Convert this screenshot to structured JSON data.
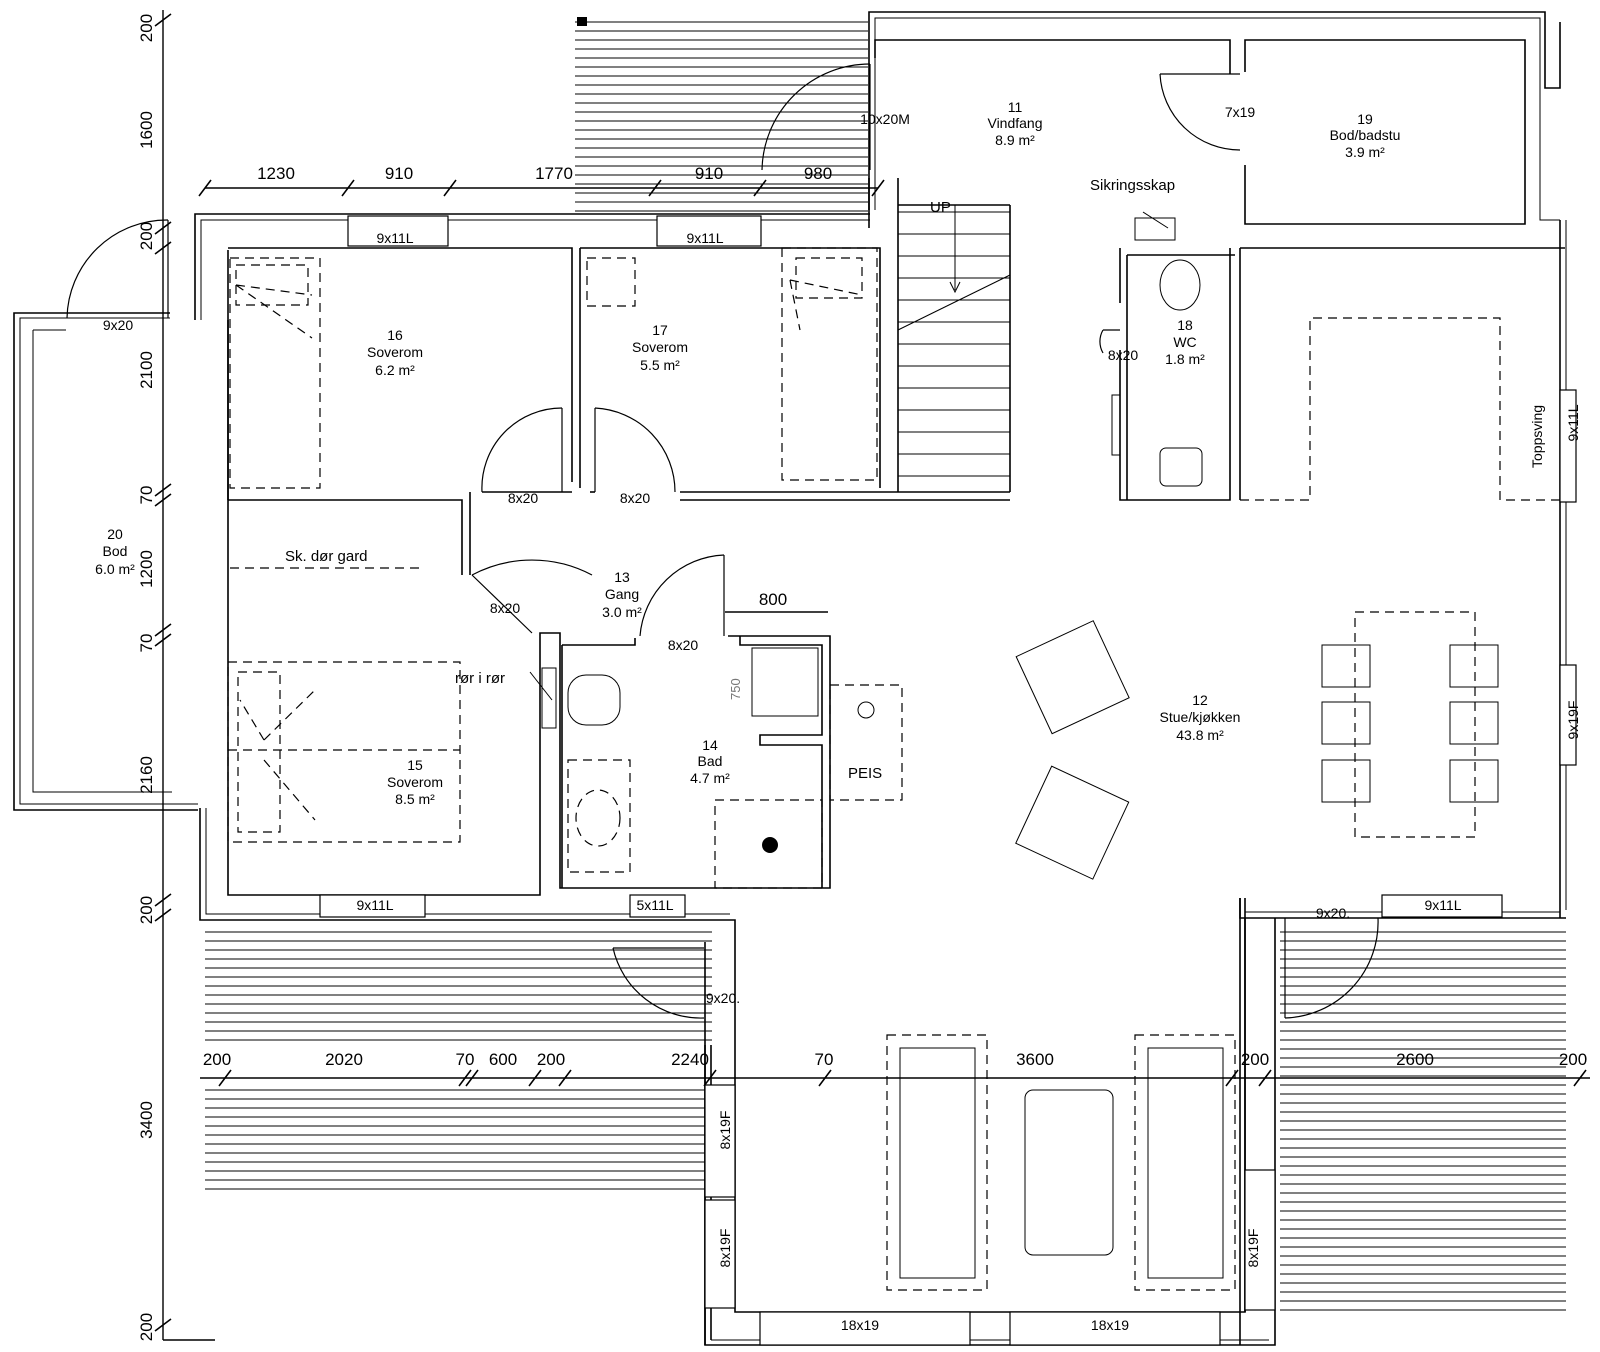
{
  "rooms": [
    {
      "key": "r11",
      "number": "11",
      "name": "Vindfang",
      "area": "8.9 m²"
    },
    {
      "key": "r12",
      "number": "12",
      "name": "Stue/kjøkken",
      "area": "43.8 m²"
    },
    {
      "key": "r13",
      "number": "13",
      "name": "Gang",
      "area": "3.0 m²"
    },
    {
      "key": "r14",
      "number": "14",
      "name": "Bad",
      "area": "4.7 m²"
    },
    {
      "key": "r15",
      "number": "15",
      "name": "Soverom",
      "area": "8.5 m²"
    },
    {
      "key": "r16",
      "number": "16",
      "name": "Soverom",
      "area": "6.2 m²"
    },
    {
      "key": "r17",
      "number": "17",
      "name": "Soverom",
      "area": "5.5 m²"
    },
    {
      "key": "r18",
      "number": "18",
      "name": "WC",
      "area": "1.8 m²"
    },
    {
      "key": "r19",
      "number": "19",
      "name": "Bod/badstu",
      "area": "3.9 m²"
    },
    {
      "key": "r20",
      "number": "20",
      "name": "Bod",
      "area": "6.0 m²"
    }
  ],
  "openings": {
    "w_16": "9x11L",
    "w_17": "9x11L",
    "w_15": "9x11L",
    "w_bath": "5x11L",
    "w_12_bottom": "9x11L",
    "w_right_top": "9x11L",
    "w_right_mid": "9x19F",
    "w_glass_l1": "8x19F",
    "w_glass_l2": "8x19F",
    "w_glass_r": "8x19F",
    "w_bot_1": "18x19",
    "w_bot_2": "18x19",
    "d_entry": "10x20M",
    "d_19": "7x19",
    "d_20": "9x20",
    "d_18": "8x20",
    "d_16": "8x20",
    "d_17": "8x20",
    "d_15": "8x20",
    "d_14": "8x20",
    "d_terrace_l": "9x20.",
    "d_terrace_r": "9x20."
  },
  "labels": {
    "up": "UP",
    "sikringsskap": "Sikringsskap",
    "toppsving": "Toppsving",
    "sk_dor": "Sk. dør gard",
    "ror": "rør i rør",
    "peis": "PEIS",
    "dim_750": "750"
  },
  "dims": {
    "top": [
      "1230",
      "910",
      "1770",
      "910",
      "980"
    ],
    "left": [
      "200",
      "1600",
      "200",
      "2100",
      "70",
      "1200",
      "70",
      "2160",
      "200",
      "3400",
      "200"
    ],
    "mid": [
      "200",
      "2020",
      "70",
      "600",
      "200",
      "2240",
      "70",
      "3600",
      "200",
      "2600",
      "200"
    ],
    "d800": "800"
  }
}
